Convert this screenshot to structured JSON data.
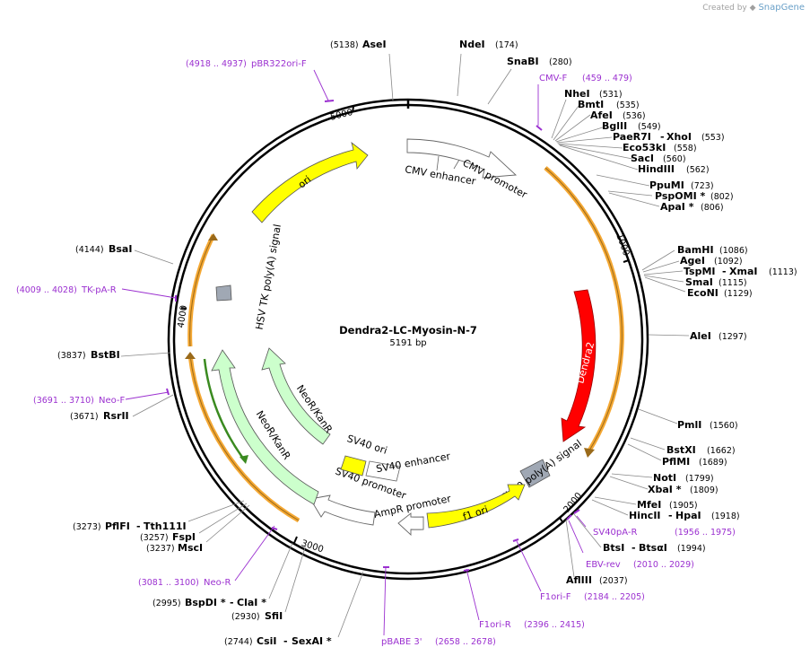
{
  "credit": {
    "prefix": "Created by",
    "brand": "SnapGene"
  },
  "plasmid": {
    "name": "Dendra2-LC-Myosin-N-7",
    "size": "5191 bp"
  },
  "ticks": [
    "1000",
    "2000",
    "3000",
    "4000",
    "5000"
  ],
  "sites": [
    {
      "name": "AseI",
      "pos": "(5138)"
    },
    {
      "name": "NdeI",
      "pos": "(174)"
    },
    {
      "name": "SnaBI",
      "pos": "(280)"
    },
    {
      "name": "NheI",
      "pos": "(531)"
    },
    {
      "name": "BmtI",
      "pos": "(535)"
    },
    {
      "name": "AfeI",
      "pos": "(536)"
    },
    {
      "name": "BglII",
      "pos": "(549)"
    },
    {
      "name": "PaeR7I",
      "pos": "(553)",
      "extra": "XhoI"
    },
    {
      "name": "Eco53kI",
      "pos": "(558)"
    },
    {
      "name": "SacI",
      "pos": "(560)"
    },
    {
      "name": "HindIII",
      "pos": "(562)"
    },
    {
      "name": "PpuMI",
      "pos": "(723)"
    },
    {
      "name": "PspOMI *",
      "pos": "(802)"
    },
    {
      "name": "ApaI *",
      "pos": "(806)"
    },
    {
      "name": "BamHI",
      "pos": "(1086)"
    },
    {
      "name": "AgeI",
      "pos": "(1092)"
    },
    {
      "name": "TspMI",
      "pos": "(1113)",
      "extra": "XmaI"
    },
    {
      "name": "SmaI",
      "pos": "(1115)"
    },
    {
      "name": "EcoNI",
      "pos": "(1129)"
    },
    {
      "name": "AleI",
      "pos": "(1297)"
    },
    {
      "name": "PmlI",
      "pos": "(1560)"
    },
    {
      "name": "BstXI",
      "pos": "(1662)"
    },
    {
      "name": "PflMI",
      "pos": "(1689)"
    },
    {
      "name": "NotI",
      "pos": "(1799)"
    },
    {
      "name": "XbaI *",
      "pos": "(1809)"
    },
    {
      "name": "MfeI",
      "pos": "(1905)"
    },
    {
      "name": "HincII",
      "pos": "(1918)",
      "extra": "HpaI"
    },
    {
      "name": "BtsI",
      "pos": "(1994)",
      "extra": "BtsαI"
    },
    {
      "name": "AflIII",
      "pos": "(2037)"
    },
    {
      "name": "CsiI",
      "pos": "(2744)",
      "extra": "SexAI *"
    },
    {
      "name": "SfiI",
      "pos": "(2930)"
    },
    {
      "name": "BspDI *",
      "pos": "(2995)",
      "extra": "ClaI *"
    },
    {
      "name": "MscI",
      "pos": "(3237)"
    },
    {
      "name": "FspI",
      "pos": "(3257)"
    },
    {
      "name": "PflFI",
      "pos": "(3273)",
      "extra": "Tth111I"
    },
    {
      "name": "RsrII",
      "pos": "(3671)"
    },
    {
      "name": "BstBI",
      "pos": "(3837)"
    },
    {
      "name": "BsaI",
      "pos": "(4144)"
    }
  ],
  "primers": [
    {
      "name": "pBR322ori-F",
      "pos": "(4918 .. 4937)"
    },
    {
      "name": "CMV-F",
      "pos": "(459 .. 479)"
    },
    {
      "name": "SV40pA-R",
      "pos": "(1956 .. 1975)"
    },
    {
      "name": "EBV-rev",
      "pos": "(2010 .. 2029)"
    },
    {
      "name": "F1ori-F",
      "pos": "(2184 .. 2205)"
    },
    {
      "name": "F1ori-R",
      "pos": "(2396 .. 2415)"
    },
    {
      "name": "pBABE 3'",
      "pos": "(2658 .. 2678)"
    },
    {
      "name": "Neo-R",
      "pos": "(3081 .. 3100)"
    },
    {
      "name": "Neo-F",
      "pos": "(3691 .. 3710)"
    },
    {
      "name": "TK-pA-R",
      "pos": "(4009 .. 4028)"
    }
  ],
  "features": {
    "ori": "ori",
    "cmv_enhancer": "CMV enhancer",
    "cmv_promoter": "CMV promoter",
    "dendra2": "Dendra2",
    "hsv_tk": "HSV TK poly(A) signal",
    "neor1": "NeoR/KanR",
    "neor2": "NeoR/KanR",
    "sv40_ori": "SV40 ori",
    "sv40_enhancer": "SV40 enhancer",
    "sv40_promoter": "SV40 promoter",
    "ampr_promoter": "AmpR promoter",
    "f1_ori": "f1 ori",
    "sv40_polya": "SV40 poly(A) signal"
  },
  "colors": {
    "ori": "#ffff00",
    "dendra2": "#ff0000",
    "neor": "#ccffcc",
    "orf": "#f5a833",
    "polya": "#a0a8b4",
    "primer": "#9b30d0"
  }
}
